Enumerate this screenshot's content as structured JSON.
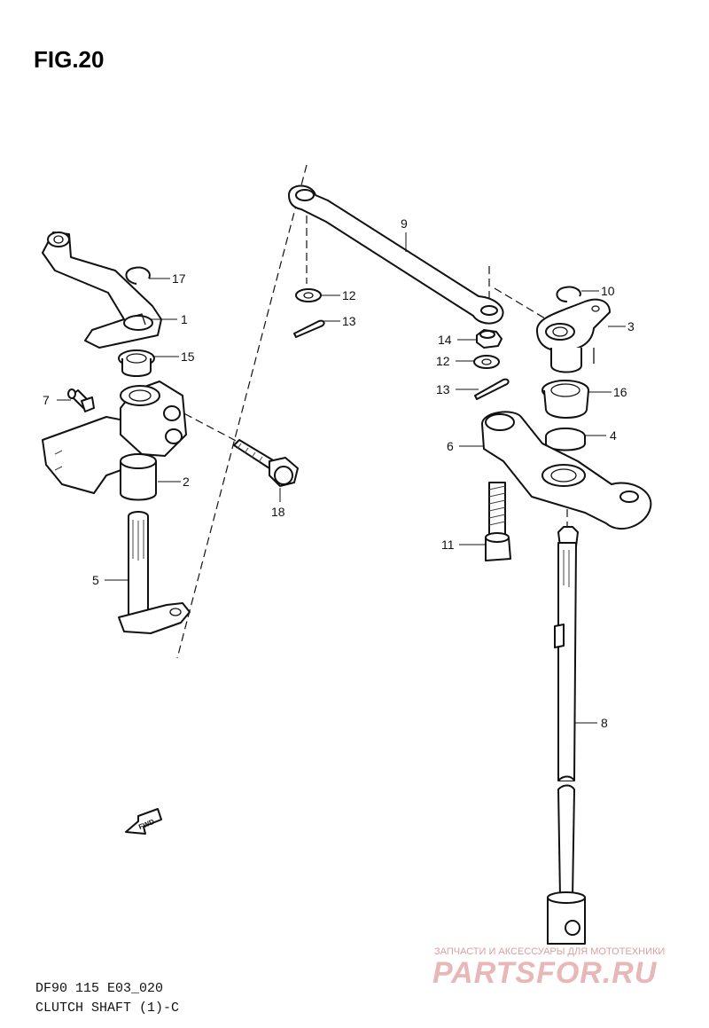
{
  "figure": {
    "title": "FIG.20"
  },
  "callouts": {
    "p1": "1",
    "p2": "2",
    "p3": "3",
    "p4": "4",
    "p5": "5",
    "p6": "6",
    "p7": "7",
    "p8": "8",
    "p9": "9",
    "p10": "10",
    "p11": "11",
    "p12a": "12",
    "p12b": "12",
    "p13a": "13",
    "p13b": "13",
    "p14": "14",
    "p15": "15",
    "p16": "16",
    "p17": "17",
    "p18": "18"
  },
  "fwd_label": "FWD",
  "footer": {
    "model_code": "DF90 115 E03_020",
    "caption": "CLUTCH SHAFT (1)-C"
  },
  "watermark": {
    "tagline": "ЗАПЧАСТИ И АКСЕССУАРЫ ДЛЯ МОТОТЕХНИКИ",
    "brand": "PARTSFOR.RU"
  }
}
